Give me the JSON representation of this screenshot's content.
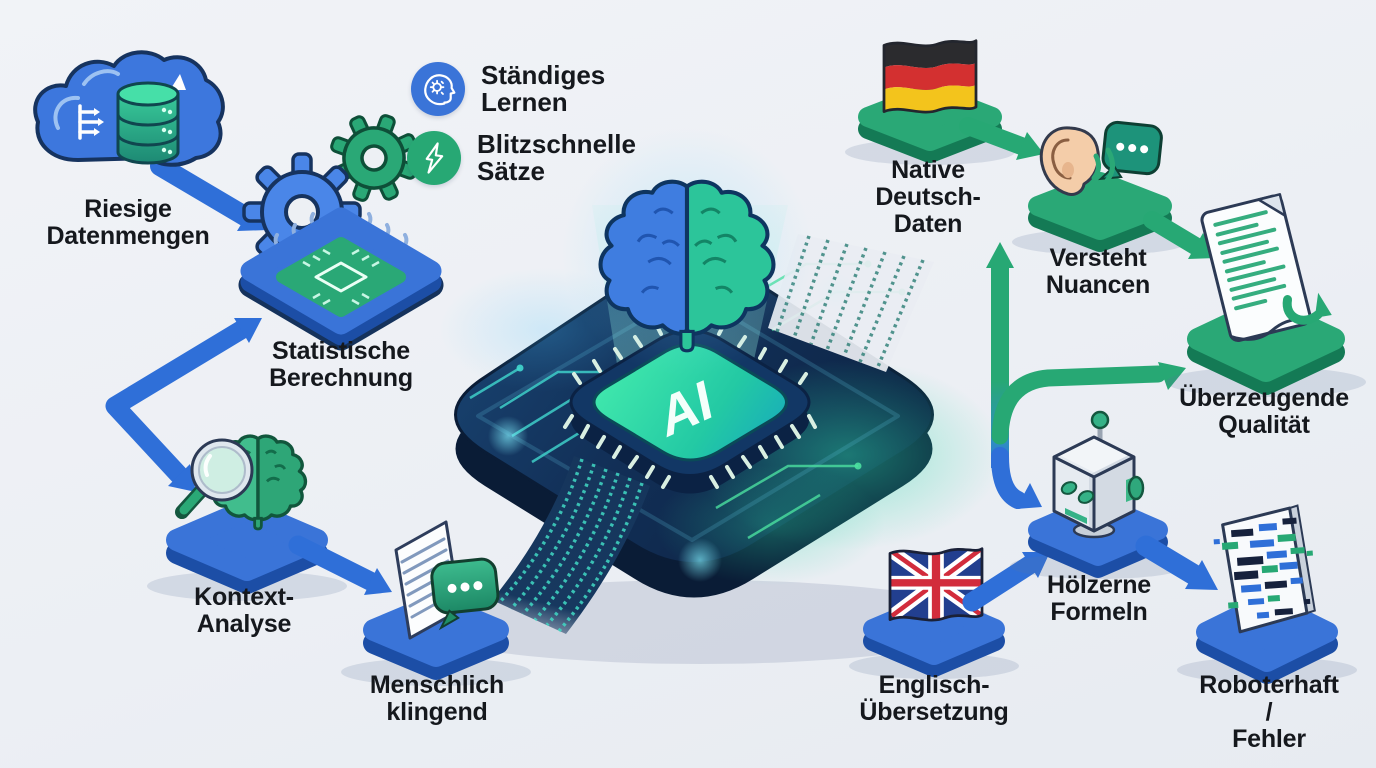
{
  "title": "KI-Übersetzung Infografik",
  "legend": {
    "items": [
      {
        "id": "continuous-learning",
        "label": "Ständiges\nLernen",
        "icon": "head-gear-icon",
        "color": "#3a74d8"
      },
      {
        "id": "fast-sentences",
        "label": "Blitzschnelle\nSätze",
        "icon": "lightning-icon",
        "color": "#27a874"
      }
    ]
  },
  "center": {
    "chip_label": "AI",
    "description": "ai-circuit-board-with-brain-hologram"
  },
  "nodes": {
    "big_data": {
      "label": "Riesige\nDatenmengen",
      "icon": "cloud-database-icon"
    },
    "statistical": {
      "label": "Statistische\nBerechnung",
      "icon": "chip-gears-icon"
    },
    "context": {
      "label": "Kontext-\nAnalyse",
      "icon": "brain-magnifier-icon"
    },
    "human": {
      "label": "Menschlich\nklingend",
      "icon": "document-chat-icon"
    },
    "german_data": {
      "label": "Native\nDeutsch-\nDaten",
      "icon": "german-flag-icon"
    },
    "nuances": {
      "label": "Versteht\nNuancen",
      "icon": "ear-chat-icon"
    },
    "quality": {
      "label": "Überzeugende\nQualität",
      "icon": "scroll-arrow-icon"
    },
    "english": {
      "label": "Englisch-\nÜbersetzung",
      "icon": "uk-flag-icon"
    },
    "wooden": {
      "label": "Hölzerne\nFormeln",
      "icon": "robot-icon"
    },
    "robotic": {
      "label": "Roboterhaft /\nFehler",
      "icon": "glitch-document-icon"
    }
  },
  "arrows": [
    {
      "from": "big_data",
      "to": "statistical",
      "color": "#2f6fd8"
    },
    {
      "from": "statistical",
      "to": "context",
      "color": "#2f6fd8",
      "style": "double-headed-bend"
    },
    {
      "from": "context",
      "to": "human",
      "color": "#2f6fd8"
    },
    {
      "from": "german_data",
      "to": "nuances",
      "color": "#27a874"
    },
    {
      "from": "nuances",
      "to": "quality",
      "color": "#27a874"
    },
    {
      "from": "ai_core",
      "to": "nuances",
      "color": "#27a874"
    },
    {
      "from": "ai_core",
      "to": "quality",
      "color": "#27a874"
    },
    {
      "from": "ai_core",
      "to": "wooden",
      "color": "#2f6fd8"
    },
    {
      "from": "english",
      "to": "wooden",
      "color": "#2f6fd8"
    },
    {
      "from": "wooden",
      "to": "robotic",
      "color": "#2f6fd8"
    }
  ],
  "colors": {
    "blue_arrow": "#2f6fd8",
    "green_arrow": "#27a874",
    "blue_platform": "#3a74d8",
    "green_platform": "#2aa876",
    "board_navy": "#12305a",
    "chip_teal": "#2bd3a4",
    "label_text": "#15181d",
    "background": "#eef0f4"
  }
}
